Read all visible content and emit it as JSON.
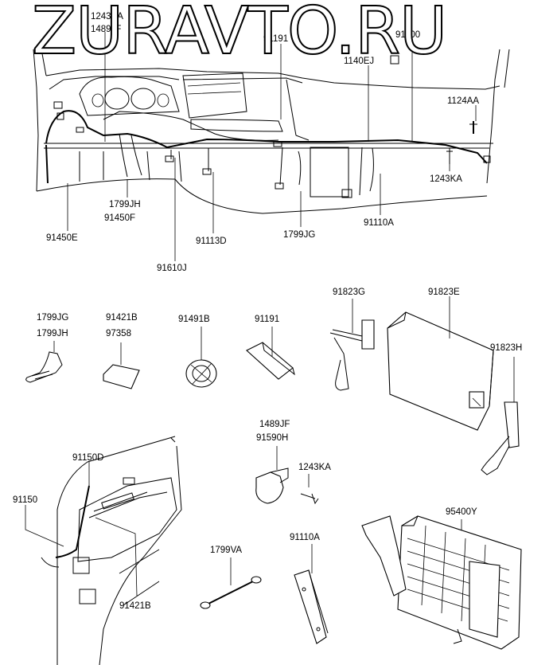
{
  "watermark": "ZURAVTO.RU",
  "labels": {
    "l_1243KA_a": "1243KA",
    "l_1489JF_a": "1489JF",
    "l_91191_a": "91191",
    "l_91100": "91100",
    "l_1140EJ": "1140EJ",
    "l_1124AA": "1124AA",
    "l_1243KA_b": "1243KA",
    "l_1799JH_a": "1799JH",
    "l_91450F": "91450F",
    "l_91450E": "91450E",
    "l_91113D": "91113D",
    "l_1799JG_a": "1799JG",
    "l_91110A_a": "91110A",
    "l_91610J": "91610J",
    "l_1799JG_b": "1799JG",
    "l_1799JH_b": "1799JH",
    "l_91421B_a": "91421B",
    "l_97358": "97358",
    "l_91491B": "91491B",
    "l_91191_b": "91191",
    "l_91823G": "91823G",
    "l_91823E": "91823E",
    "l_91823H": "91823H",
    "l_91150D": "91150D",
    "l_91150": "91150",
    "l_91421B_b": "91421B",
    "l_1489JF_b": "1489JF",
    "l_91590H": "91590H",
    "l_1243KA_c": "1243KA",
    "l_1799VA": "1799VA",
    "l_91110A_b": "91110A",
    "l_95400Y": "95400Y"
  }
}
